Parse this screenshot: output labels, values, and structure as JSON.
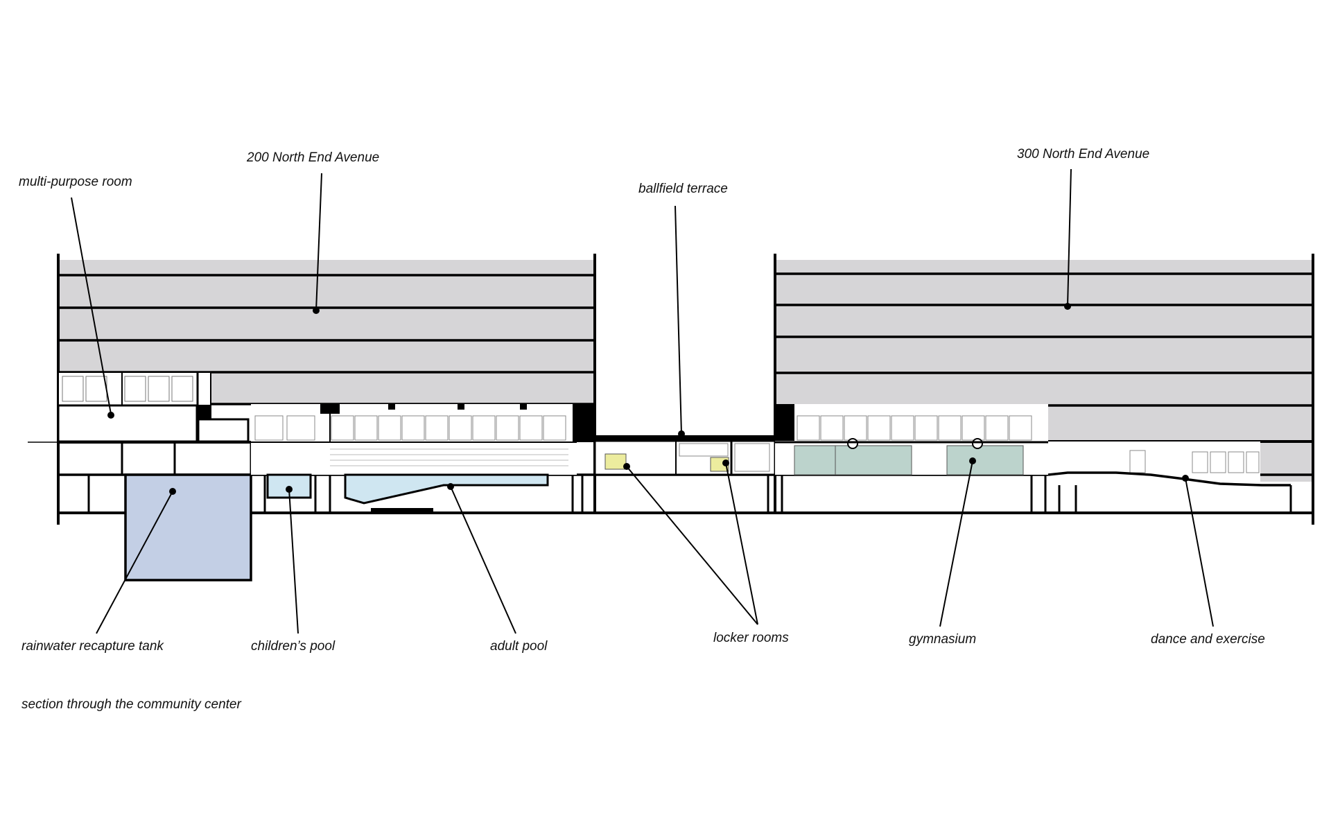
{
  "labels": {
    "multi_purpose_room": "multi-purpose room",
    "north_end_200": "200 North End Avenue",
    "ballfield_terrace": "ballfield terrace",
    "north_end_300": "300 North End Avenue",
    "rainwater_tank": "rainwater recapture tank",
    "childrens_pool": "children’s pool",
    "adult_pool": "adult pool",
    "locker_rooms": "locker rooms",
    "gymnasium": "gymnasium",
    "dance_exercise": "dance and exercise"
  },
  "caption": "section through the community center",
  "colors": {
    "tower_fill": "#d6d5d7",
    "tank_fill": "#c3cfe5",
    "pool_fill": "#cfe6f1",
    "gym_floor": "#bcd3cc",
    "locker_fill": "#ecec9e",
    "structure": "#000000",
    "background": "#ffffff"
  }
}
